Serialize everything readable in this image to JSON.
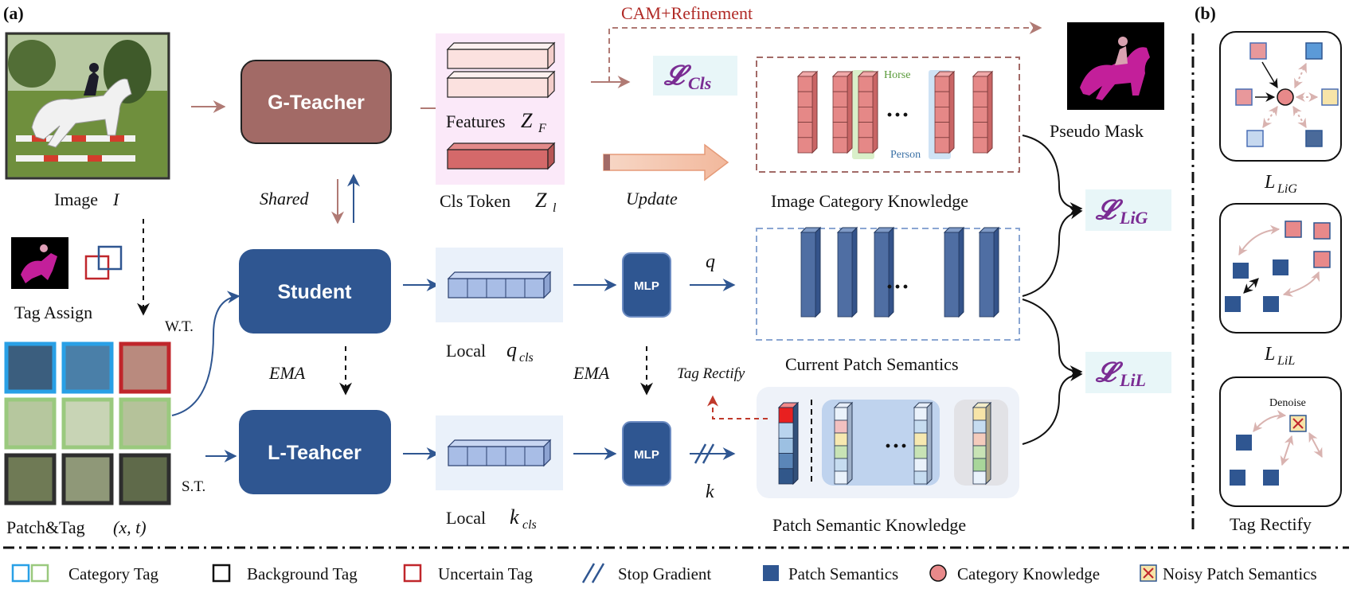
{
  "panel_labels": {
    "a": "(a)",
    "b": "(b)"
  },
  "inputs": {
    "image_label": "Image",
    "image_var": "I",
    "tag_assign_label": "Tag Assign",
    "patch_tag_label": "Patch&Tag",
    "patch_tag_var": "(x, t)",
    "wt_label": "W.T.",
    "st_label": "S.T."
  },
  "modules": {
    "g_teacher": "G-Teacher",
    "student": "Student",
    "l_teacher": "L-Teahcer",
    "mlp_top": "MLP",
    "mlp_bottom": "MLP"
  },
  "edges": {
    "shared": "Shared",
    "ema_left": "EMA",
    "ema_right": "EMA",
    "update": "Update",
    "cam_refinement": "CAM+Refinement",
    "tag_rectify": "Tag Rectify",
    "q": "q",
    "k": "k"
  },
  "features": {
    "features_label": "Features",
    "features_var": "Z",
    "features_sub": "F",
    "cls_token_label": "Cls Token",
    "cls_token_var": "Z",
    "cls_token_sub": "l",
    "local_q_label": "Local",
    "local_q_var": "q",
    "local_q_sub": "cls",
    "local_k_label": "Local",
    "local_k_var": "k",
    "local_k_sub": "cls"
  },
  "knowledge": {
    "image_category": "Image Category Knowledge",
    "current_patch": "Current Patch Semantics",
    "patch_semantic": "Patch Semantic Knowledge",
    "horse": "Horse",
    "person": "Person",
    "dots": "···"
  },
  "losses": {
    "cls": "𝓛",
    "cls_sub": "Cls",
    "lig": "𝓛",
    "lig_sub": "LiG",
    "lil": "𝓛",
    "lil_sub": "LiL"
  },
  "output": {
    "pseudo_mask": "Pseudo Mask"
  },
  "panel_b": {
    "lig": "L",
    "lig_sub": "LiG",
    "lil": "L",
    "lil_sub": "LiL",
    "denoise": "Denoise",
    "tag_rectify": "Tag Rectify"
  },
  "legend": {
    "category_tag": "Category Tag",
    "background_tag": "Background Tag",
    "uncertain_tag": "Uncertain Tag",
    "stop_gradient": "Stop Gradient",
    "patch_semantics": "Patch Semantics",
    "category_knowledge": "Category Knowledge",
    "noisy_patch": "Noisy Patch Semantics"
  },
  "colors": {
    "teacher_brown": "#a26a66",
    "student_blue": "#2f5691",
    "arrow_brown": "#b07a74",
    "arrow_blue": "#2f5691",
    "loss_purple": "#7a2c93",
    "loss_bg": "#e8f6f8",
    "cam_red": "#b02a26"
  }
}
